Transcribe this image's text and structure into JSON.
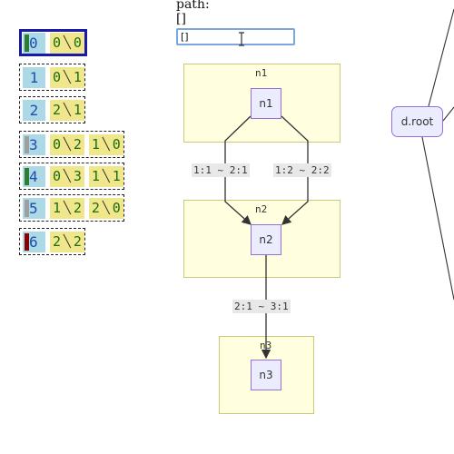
{
  "rows": [
    {
      "num": "0",
      "bar_color": "#2e7d32",
      "pairs": [
        [
          "0",
          "0"
        ]
      ]
    },
    {
      "num": "1",
      "bar_color": "",
      "pairs": [
        [
          "0",
          "1"
        ]
      ]
    },
    {
      "num": "2",
      "bar_color": "",
      "pairs": [
        [
          "2",
          "1"
        ]
      ]
    },
    {
      "num": "3",
      "bar_color": "#9e9e9e",
      "pairs": [
        [
          "0",
          "2"
        ],
        [
          "1",
          "0"
        ]
      ]
    },
    {
      "num": "4",
      "bar_color": "#2e7d32",
      "pairs": [
        [
          "0",
          "3"
        ],
        [
          "1",
          "1"
        ]
      ]
    },
    {
      "num": "5",
      "bar_color": "#9e9e9e",
      "pairs": [
        [
          "1",
          "2"
        ],
        [
          "2",
          "0"
        ]
      ]
    },
    {
      "num": "6",
      "bar_color": "#8b0000",
      "pairs": [
        [
          "2",
          "2"
        ]
      ]
    }
  ],
  "selected_row": "0",
  "path": {
    "label": "path:",
    "value": "[]",
    "input_value": "[]"
  },
  "graph": {
    "clusters": [
      {
        "label": "n1"
      },
      {
        "label": "n2"
      },
      {
        "label": "n3"
      }
    ],
    "nodes": [
      {
        "label": "n1"
      },
      {
        "label": "n2"
      },
      {
        "label": "n3"
      }
    ],
    "edge_labels": [
      "1:1 ~ 2:1",
      "1:2 ~ 2:2",
      "2:1 ~ 3:1"
    ],
    "root_label": "d.root"
  },
  "colors": {
    "num_bg": "#add8e6",
    "pair_bg": "#f0e68c",
    "cluster_bg": "#ffffe0",
    "node_bg": "#ececff",
    "node_border": "#9370db",
    "selection": "#1a1aa8"
  }
}
